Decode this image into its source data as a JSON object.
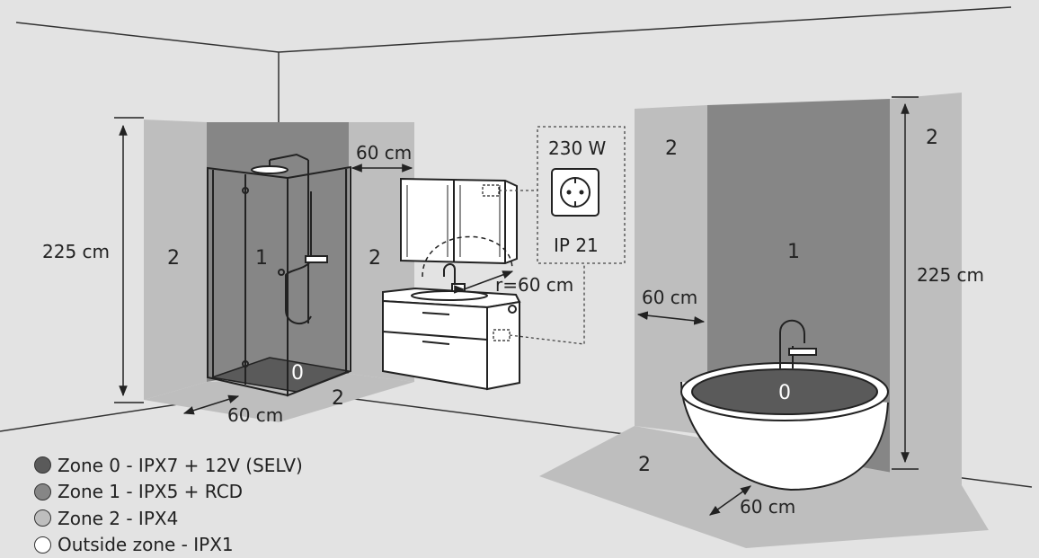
{
  "colors": {
    "background": "#e3e3e3",
    "zone0": "#5a5a5a",
    "zone1": "#868686",
    "zone2": "#bebebe",
    "outside": "#ffffff",
    "line": "#222222"
  },
  "shower": {
    "height_label": "225 cm",
    "side_label": "60 cm",
    "top_label": "60 cm",
    "zone_left": "2",
    "zone_inside": "1",
    "zone_right": "2",
    "zone_base": "0",
    "zone_floor": "2"
  },
  "basin": {
    "radius_label": "r=60 cm"
  },
  "socket": {
    "power_label": "230 W",
    "ip_label": "IP 21"
  },
  "bath": {
    "height_label": "225 cm",
    "wall_label": "60 cm",
    "floor_label": "60 cm",
    "zone_wall_left": "2",
    "zone_wall_right": "2",
    "zone_wall_center": "1",
    "zone_tub": "0",
    "zone_floor": "2"
  },
  "legend": [
    {
      "label": "Zone 0 - IPX7 + 12V (SELV)",
      "color": "#5a5a5a"
    },
    {
      "label": "Zone 1 - IPX5 + RCD",
      "color": "#868686"
    },
    {
      "label": "Zone 2 - IPX4",
      "color": "#bebebe"
    },
    {
      "label": "Outside zone - IPX1",
      "color": "#ffffff"
    }
  ]
}
